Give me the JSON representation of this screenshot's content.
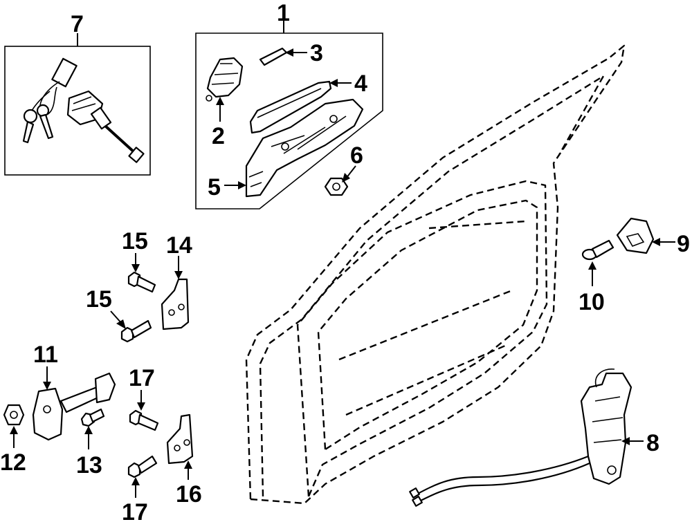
{
  "callouts": {
    "c1": "1",
    "c2": "2",
    "c3": "3",
    "c4": "4",
    "c5": "5",
    "c6": "6",
    "c7": "7",
    "c8": "8",
    "c9": "9",
    "c10": "10",
    "c11": "11",
    "c12": "12",
    "c13": "13",
    "c14": "14",
    "c15a": "15",
    "c15b": "15",
    "c16": "16",
    "c17a": "17",
    "c17b": "17"
  }
}
